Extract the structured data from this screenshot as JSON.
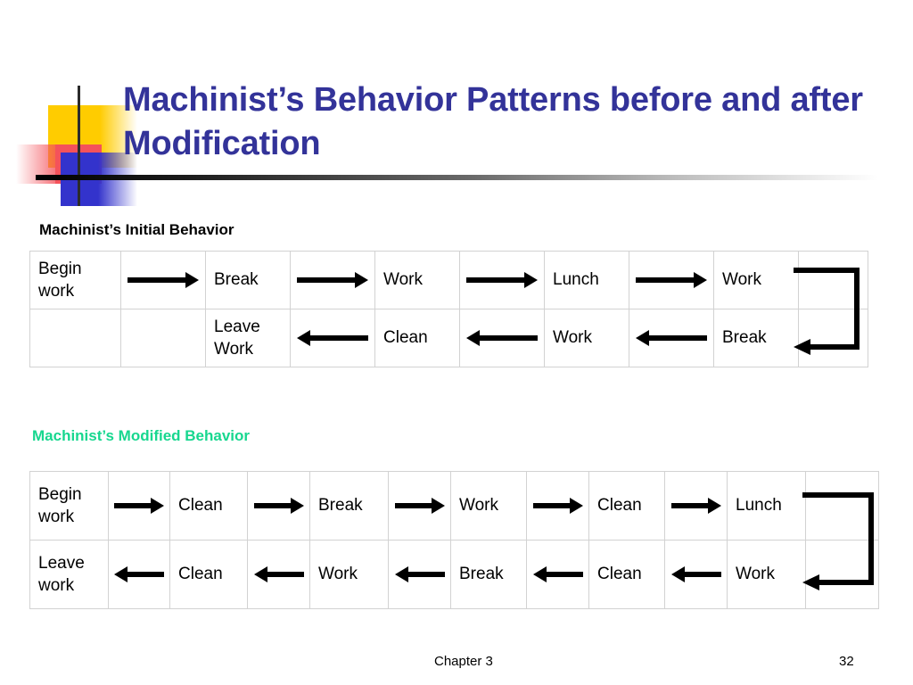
{
  "slide": {
    "title": "Machinist’s Behavior Patterns before and after Modification",
    "title_color": "#333399"
  },
  "sections": [
    {
      "caption": "Machinist’s Initial Behavior",
      "caption_color": "#000000",
      "name": "initial-behavior",
      "columns": 9,
      "forward_sequence": [
        "Begin work",
        "Break",
        "Work",
        "Lunch",
        "Work"
      ],
      "return_sequence": [
        "Work",
        "Break",
        "Work",
        "Clean",
        "Leave Work"
      ],
      "row_top": [
        {
          "type": "label",
          "text": "Begin work"
        },
        {
          "type": "arrow",
          "direction": "right"
        },
        {
          "type": "label",
          "text": "Break"
        },
        {
          "type": "arrow",
          "direction": "right"
        },
        {
          "type": "label",
          "text": "Work"
        },
        {
          "type": "arrow",
          "direction": "right"
        },
        {
          "type": "label",
          "text": "Lunch"
        },
        {
          "type": "arrow",
          "direction": "right"
        },
        {
          "type": "label",
          "text": "Work"
        },
        {
          "type": "empty",
          "text": ""
        }
      ],
      "row_bottom": [
        {
          "type": "empty",
          "text": ""
        },
        {
          "type": "empty",
          "text": ""
        },
        {
          "type": "label",
          "text": "Leave Work"
        },
        {
          "type": "arrow",
          "direction": "left"
        },
        {
          "type": "label",
          "text": "Clean"
        },
        {
          "type": "arrow",
          "direction": "left"
        },
        {
          "type": "label",
          "text": "Work"
        },
        {
          "type": "arrow",
          "direction": "left"
        },
        {
          "type": "label",
          "text": "Break"
        },
        {
          "type": "empty",
          "text": ""
        }
      ]
    },
    {
      "caption": "Machinist’s Modified Behavior",
      "caption_color": "#17D78F",
      "name": "modified-behavior",
      "columns": 11,
      "forward_sequence": [
        "Begin work",
        "Clean",
        "Break",
        "Work",
        "Clean",
        "Lunch"
      ],
      "return_sequence": [
        "Work",
        "Clean",
        "Break",
        "Work",
        "Clean",
        "Leave work"
      ],
      "row_top": [
        {
          "type": "label",
          "text": "Begin work"
        },
        {
          "type": "arrow",
          "direction": "right"
        },
        {
          "type": "label",
          "text": "Clean"
        },
        {
          "type": "arrow",
          "direction": "right"
        },
        {
          "type": "label",
          "text": "Break"
        },
        {
          "type": "arrow",
          "direction": "right"
        },
        {
          "type": "label",
          "text": "Work"
        },
        {
          "type": "arrow",
          "direction": "right"
        },
        {
          "type": "label",
          "text": "Clean"
        },
        {
          "type": "arrow",
          "direction": "right"
        },
        {
          "type": "label",
          "text": "Lunch"
        },
        {
          "type": "empty",
          "text": ""
        }
      ],
      "row_bottom": [
        {
          "type": "label",
          "text": "Leave work"
        },
        {
          "type": "arrow",
          "direction": "left"
        },
        {
          "type": "label",
          "text": "Clean"
        },
        {
          "type": "arrow",
          "direction": "left"
        },
        {
          "type": "label",
          "text": "Work"
        },
        {
          "type": "arrow",
          "direction": "left"
        },
        {
          "type": "label",
          "text": "Break"
        },
        {
          "type": "arrow",
          "direction": "left"
        },
        {
          "type": "label",
          "text": "Clean"
        },
        {
          "type": "arrow",
          "direction": "left"
        },
        {
          "type": "label",
          "text": "Work"
        },
        {
          "type": "empty",
          "text": ""
        }
      ]
    }
  ],
  "footer": {
    "chapter": "Chapter 3",
    "page_number": "32"
  }
}
